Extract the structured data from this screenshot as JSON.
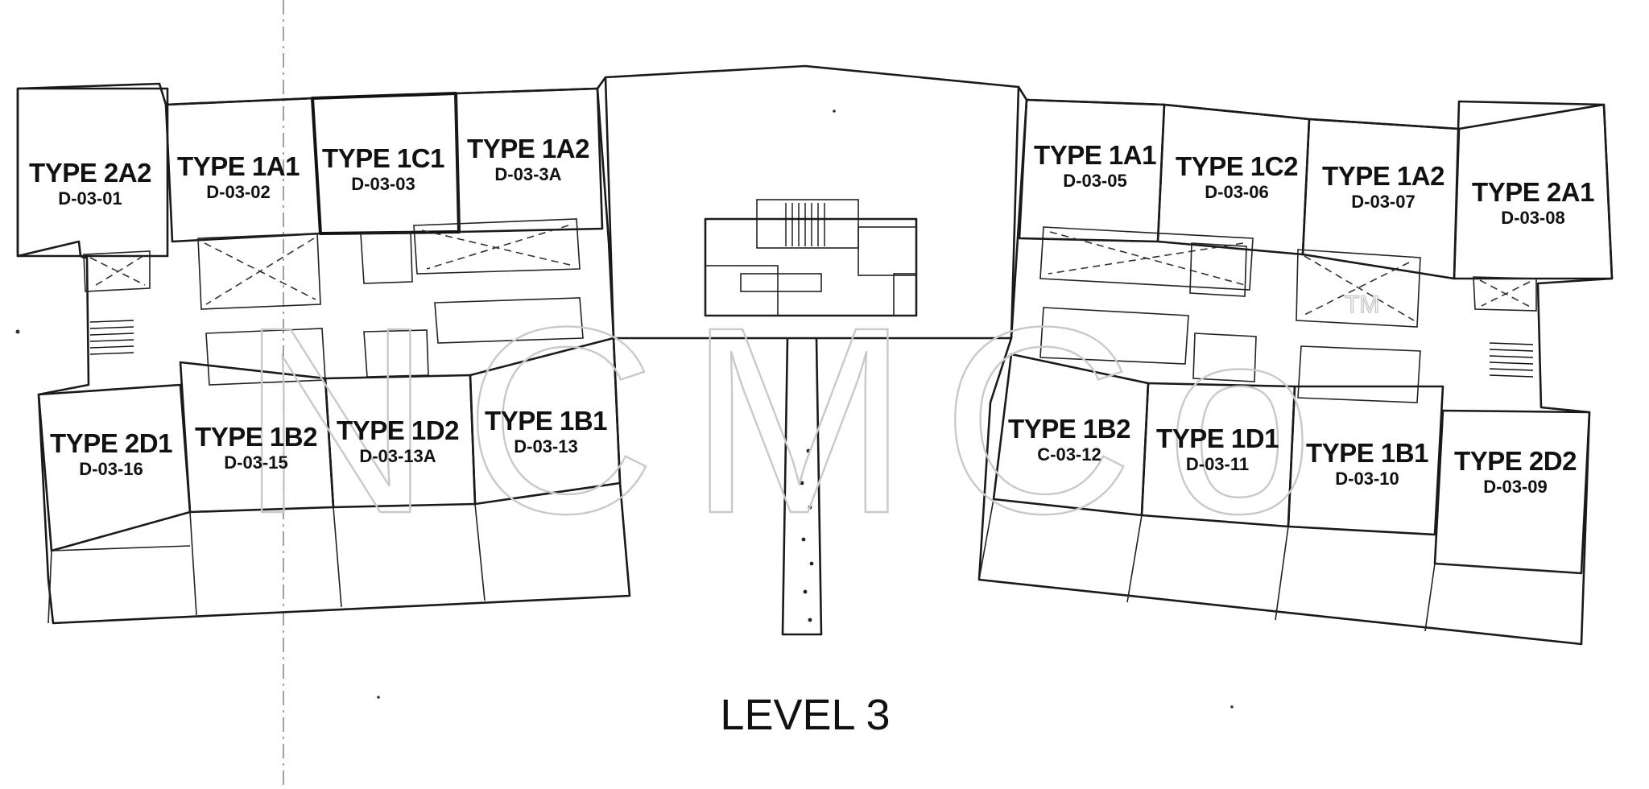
{
  "level_label": "LEVEL 3",
  "watermark": {
    "text": "NCMCo",
    "tm": "TM"
  },
  "units": [
    {
      "type": "TYPE 2A2",
      "number": "D-03-01"
    },
    {
      "type": "TYPE 1A1",
      "number": "D-03-02"
    },
    {
      "type": "TYPE 1C1",
      "number": "D-03-03"
    },
    {
      "type": "TYPE 1A2",
      "number": "D-03-3A"
    },
    {
      "type": "TYPE 1A1",
      "number": "D-03-05"
    },
    {
      "type": "TYPE 1C2",
      "number": "D-03-06"
    },
    {
      "type": "TYPE 1A2",
      "number": "D-03-07"
    },
    {
      "type": "TYPE 2A1",
      "number": "D-03-08"
    },
    {
      "type": "TYPE 2D2",
      "number": "D-03-09"
    },
    {
      "type": "TYPE 1B1",
      "number": "D-03-10"
    },
    {
      "type": "TYPE 1D1",
      "number": "D-03-11"
    },
    {
      "type": "TYPE 1B2",
      "number": "C-03-12"
    },
    {
      "type": "TYPE 1B1",
      "number": "D-03-13"
    },
    {
      "type": "TYPE 1D2",
      "number": "D-03-13A"
    },
    {
      "type": "TYPE 1B2",
      "number": "D-03-15"
    },
    {
      "type": "TYPE 2D1",
      "number": "D-03-16"
    }
  ]
}
